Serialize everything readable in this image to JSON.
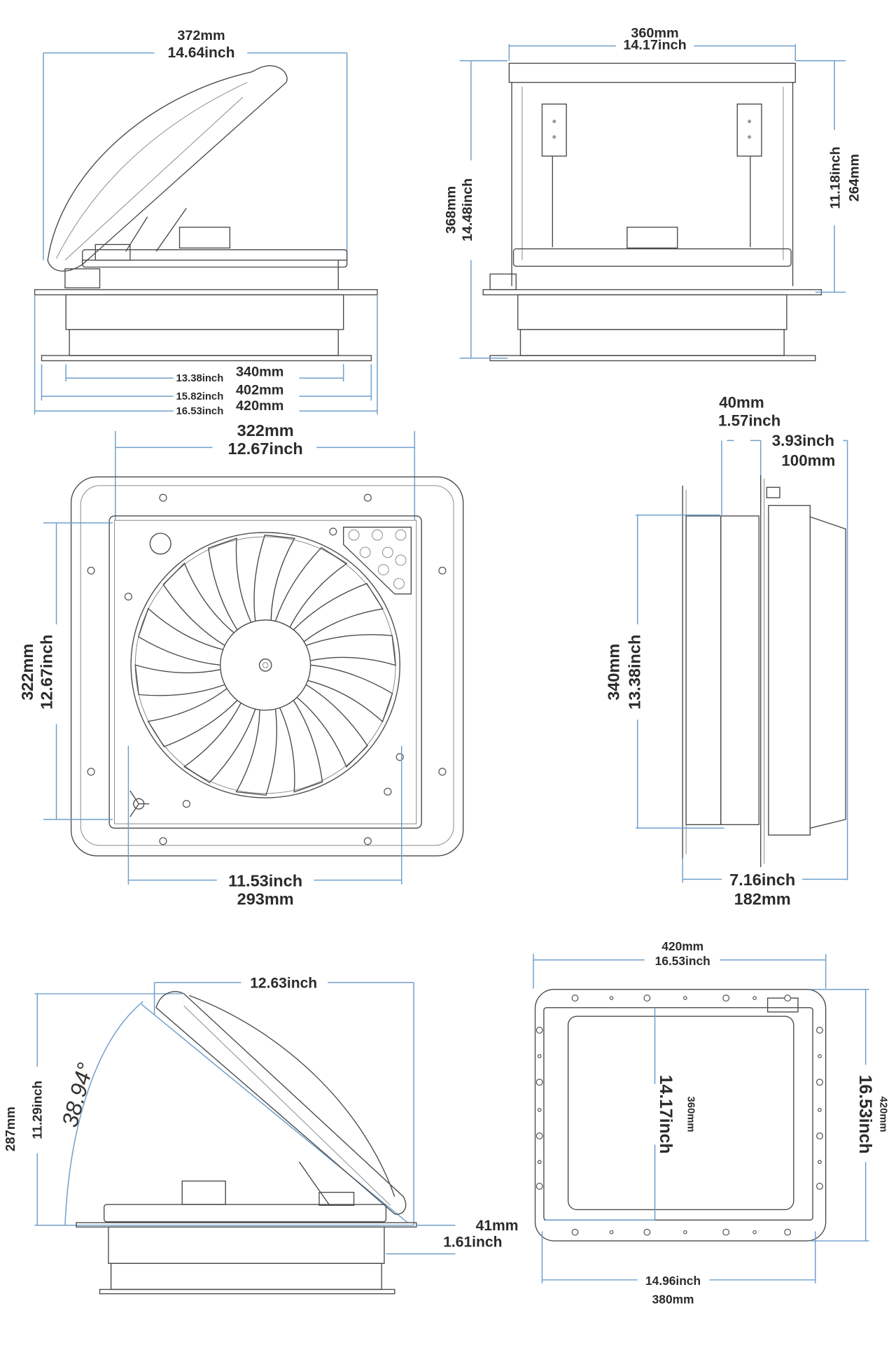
{
  "views": {
    "side_open": {
      "width_top": {
        "mm": "372mm",
        "inch": "14.64inch"
      },
      "base_inner": {
        "inch": "13.38inch",
        "mm": "340mm"
      },
      "base_mid": {
        "inch": "15.82inch",
        "mm": "402mm"
      },
      "base_outer": {
        "inch": "16.53inch",
        "mm": "420mm"
      }
    },
    "front": {
      "top_width": {
        "mm": "360mm",
        "inch": "14.17inch"
      },
      "total_height": {
        "mm": "368mm",
        "inch": "14.48inch"
      },
      "upper_height": {
        "inch": "11.18inch",
        "mm": "264mm"
      }
    },
    "bottom_fan": {
      "top_width": {
        "mm": "322mm",
        "inch": "12.67inch"
      },
      "side_height": {
        "mm": "322mm",
        "inch": "12.67inch"
      },
      "bottom_width": {
        "inch": "11.53inch",
        "mm": "293mm"
      }
    },
    "profile": {
      "flange_gap": {
        "mm": "40mm",
        "inch": "1.57inch"
      },
      "lid_depth": {
        "inch": "3.93inch",
        "mm": "100mm"
      },
      "height": {
        "mm": "340mm",
        "inch": "13.38inch"
      },
      "total_depth": {
        "inch": "7.16inch",
        "mm": "182mm"
      }
    },
    "side_angle": {
      "width": {
        "inch": "12.63inch"
      },
      "height": {
        "mm": "287mm",
        "inch": "11.29inch"
      },
      "angle": "38.94°",
      "flange": {
        "mm": "41mm",
        "inch": "1.61inch"
      }
    },
    "top": {
      "outer_width": {
        "mm": "420mm",
        "inch": "16.53inch"
      },
      "inner_height": {
        "inch": "14.17inch",
        "mm": "360mm"
      },
      "outer_height": {
        "inch": "16.53inch",
        "mm": "420mm"
      },
      "inner_width": {
        "inch": "14.96inch",
        "mm": "380mm"
      }
    }
  },
  "colors": {
    "dimension_line": "#6f9fcc",
    "outline": "#4a4a4a",
    "text": "#2b2b2b"
  }
}
